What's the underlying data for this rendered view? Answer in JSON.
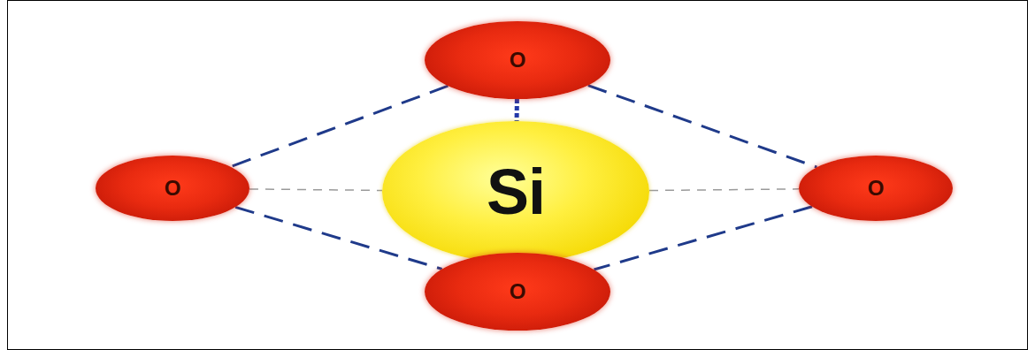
{
  "diagram": {
    "nodes": [
      {
        "text": [
          "O"
        ]
      },
      {
        "text": [
          "O"
        ]
      },
      {
        "text": [
          "Si"
        ]
      },
      {
        "text": [
          "O"
        ]
      },
      {
        "text": [
          "O"
        ]
      }
    ],
    "edges": [
      {
        "from": 0,
        "to": 1,
        "arrow": "none"
      },
      {
        "from": 0,
        "to": 3,
        "arrow": "none"
      },
      {
        "from": 1,
        "to": 4,
        "arrow": "none"
      },
      {
        "from": 3,
        "to": 4,
        "arrow": "none"
      },
      {
        "from": 0,
        "to": 2,
        "arrow": "none"
      },
      {
        "from": 2,
        "to": 4,
        "arrow": "none"
      },
      {
        "from": 1,
        "to": 2,
        "arrow": "none"
      },
      {
        "from": 2,
        "to": 3,
        "arrow": "none"
      }
    ]
  }
}
